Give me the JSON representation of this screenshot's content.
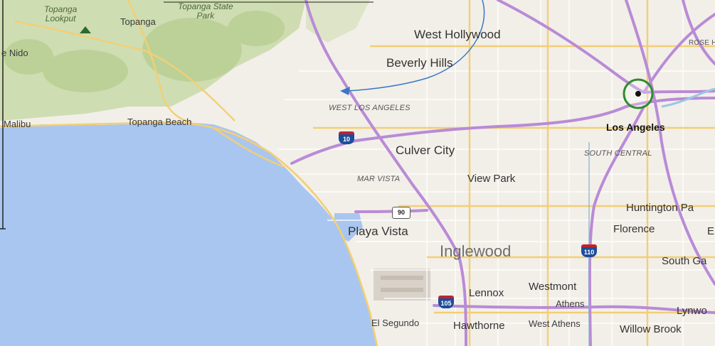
{
  "map": {
    "colors": {
      "water": "#a9c6f0",
      "land": "#f2efe9",
      "park": "#c9d9a8",
      "freeway": "#b98bd6",
      "arterial": "#f3cf73",
      "street": "#ffffff",
      "marker_ring": "#2e8b2e",
      "arrow": "#3a78c4"
    },
    "labels": {
      "topanga_lookout": "Topanga\nLookput",
      "topanga_state_park": "Topanga State\nPark",
      "topanga": "Topanga",
      "el_nido": "e Nido",
      "malibu": "Malibu",
      "topanga_beach": "Topanga Beach",
      "west_hollywood": "West Hollywood",
      "beverly_hills": "Beverly Hills",
      "west_los_angeles": "WEST LOS ANGELES",
      "culver_city": "Culver City",
      "mar_vista": "MAR VISTA",
      "view_park": "View Park",
      "playa_vista": "Playa Vista",
      "inglewood": "Inglewood",
      "los_angeles": "Los Angeles",
      "south_central": "SOUTH CENTRAL",
      "huntington_park": "Huntington Pa",
      "florence": "Florence",
      "florence_e": "E",
      "south_gate": "South Ga",
      "lennox": "Lennox",
      "westmont": "Westmont",
      "athens": "Athens",
      "lynwood": "Lynwo",
      "el_segundo": "El Segundo",
      "hawthorne": "Hawthorne",
      "west_athens": "West Athens",
      "willow_brook": "Willow Brook",
      "rose_hills": "ROSE H"
    },
    "shields": {
      "i10": "10",
      "r90": "90",
      "i110": "110",
      "i105": "105"
    },
    "icons": {
      "marker": "location-target-icon",
      "arrow": "curved-arrow-icon",
      "peak": "mountain-peak-icon"
    }
  }
}
